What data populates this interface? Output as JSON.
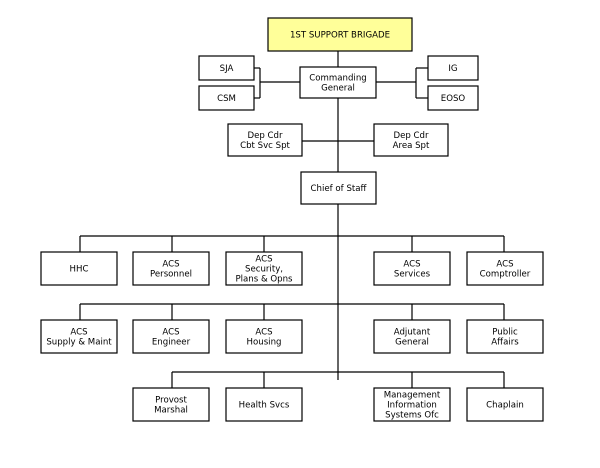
{
  "org_chart": {
    "top": [
      "1ST SUPPORT BRIGADE"
    ],
    "commander": [
      "Commanding",
      "General"
    ],
    "staff_left": [
      [
        "SJA"
      ],
      [
        "CSM"
      ]
    ],
    "staff_right": [
      [
        "IG"
      ],
      [
        "EOSO"
      ]
    ],
    "deputies": [
      [
        "Dep Cdr",
        "Cbt Svc Spt"
      ],
      [
        "Dep Cdr",
        "Area Spt"
      ]
    ],
    "chief_of_staff": [
      "Chief of Staff"
    ],
    "row1": [
      [
        "HHC"
      ],
      [
        "ACS",
        "Personnel"
      ],
      [
        "ACS",
        "Security,",
        "Plans & Opns"
      ],
      [
        "ACS",
        "Services"
      ],
      [
        "ACS",
        "Comptroller"
      ]
    ],
    "row2": [
      [
        "ACS",
        "Supply & Maint"
      ],
      [
        "ACS",
        "Engineer"
      ],
      [
        "ACS",
        "Housing"
      ],
      [
        "Adjutant",
        "General"
      ],
      [
        "Public",
        "Affairs"
      ]
    ],
    "row3": [
      [
        "Provost",
        "Marshal"
      ],
      [
        "Health Svcs"
      ],
      [
        "Management",
        "Information",
        "Systems Ofc"
      ],
      [
        "Chaplain"
      ]
    ],
    "colors": {
      "top_fill": "#ffff99",
      "box_fill": "#ffffff",
      "line": "#000000"
    }
  }
}
